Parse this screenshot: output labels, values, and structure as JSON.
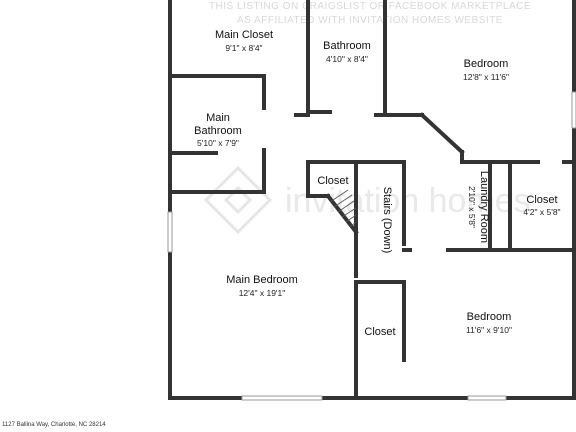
{
  "watermark": {
    "top_line_1": "THIS LISTING ON CRAIGSLIST OR FACEBOOK MARKETPLACE",
    "top_line_2": "AS AFFILIATED WITH INVITATION HOMES WEBSITE",
    "brand": "invitation homes"
  },
  "rooms": {
    "main_closet": {
      "name": "Main Closet",
      "dims": "9'1\" x 8'4\""
    },
    "bathroom": {
      "name": "Bathroom",
      "dims": "4'10\" x 8'4\""
    },
    "bedroom_top": {
      "name": "Bedroom",
      "dims": "12'8\" x 11'6\""
    },
    "main_bathroom": {
      "name_1": "Main",
      "name_2": "Bathroom",
      "dims": "5'10\" x 7'9\""
    },
    "small_closet": {
      "name": "Closet"
    },
    "stairs": {
      "name": "Stairs (Down)"
    },
    "laundry": {
      "name": "Laundry Room",
      "dims": "2'10\" x 5'8\""
    },
    "closet_right": {
      "name": "Closet",
      "dims": "4'2\" x 5'8\""
    },
    "main_bedroom": {
      "name": "Main Bedroom",
      "dims": "12'4\" x 19'1\""
    },
    "closet_lower": {
      "name": "Closet"
    },
    "bedroom_bottom": {
      "name": "Bedroom",
      "dims": "11'6\" x 9'10\""
    }
  },
  "footer": {
    "address": "1127 Ballina Way, Charlotte, NC 28214"
  }
}
